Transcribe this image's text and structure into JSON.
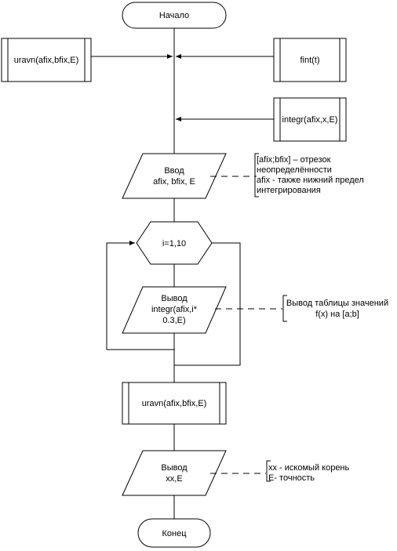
{
  "flowchart": {
    "start": "Начало",
    "end": "Конец",
    "sub_uravn_top": "uravn(afix,bfix,E)",
    "sub_fint": "fint(t)",
    "sub_integr": "integr(afix,x,E)",
    "input_lines": [
      "Ввод",
      "afix, bfix, E"
    ],
    "input_note": [
      "[afix;bfix] – отрезок",
      "неопределённости",
      "afix - также нижний предел",
      "интегрирования"
    ],
    "loop": "i=1,10",
    "output_table_lines": [
      "Вывод",
      "integr(afix,i*",
      "0.3,E)"
    ],
    "output_table_note": [
      "Вывод таблицы значений",
      "f(x) на [a;b]"
    ],
    "sub_uravn_call": "uravn(afix,bfix,E)",
    "output_root_lines": [
      "Вывод",
      "xx,E"
    ],
    "output_root_note": [
      "xx - искомый корень",
      "E- точность"
    ]
  }
}
